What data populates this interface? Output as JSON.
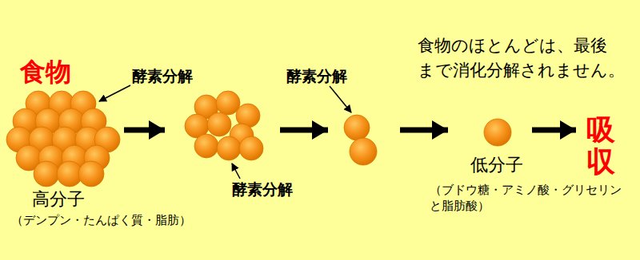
{
  "diagram": {
    "nodes": [
      {
        "text": [
          "食物",
          "酵素分解",
          "高分子",
          "（デンプン・たんぱく質・脂肪）"
        ]
      },
      {
        "text": [
          "酵素分解"
        ]
      },
      {
        "text": [
          "酵素分解"
        ]
      },
      {
        "text": [
          "低分子",
          "（ブドウ糖・アミノ酸・グリセリン と脂肪酸）"
        ]
      },
      {
        "text": [
          "吸収"
        ]
      }
    ],
    "edges": [
      {
        "from": 0,
        "to": 1,
        "arrow": "to"
      },
      {
        "from": 1,
        "to": 2,
        "arrow": "to"
      },
      {
        "from": 2,
        "to": 3,
        "arrow": "to"
      },
      {
        "from": 3,
        "to": 4,
        "arrow": "to"
      }
    ],
    "labels": [
      "食物のほとんどは、最後 まで消化分解されません。"
    ]
  }
}
